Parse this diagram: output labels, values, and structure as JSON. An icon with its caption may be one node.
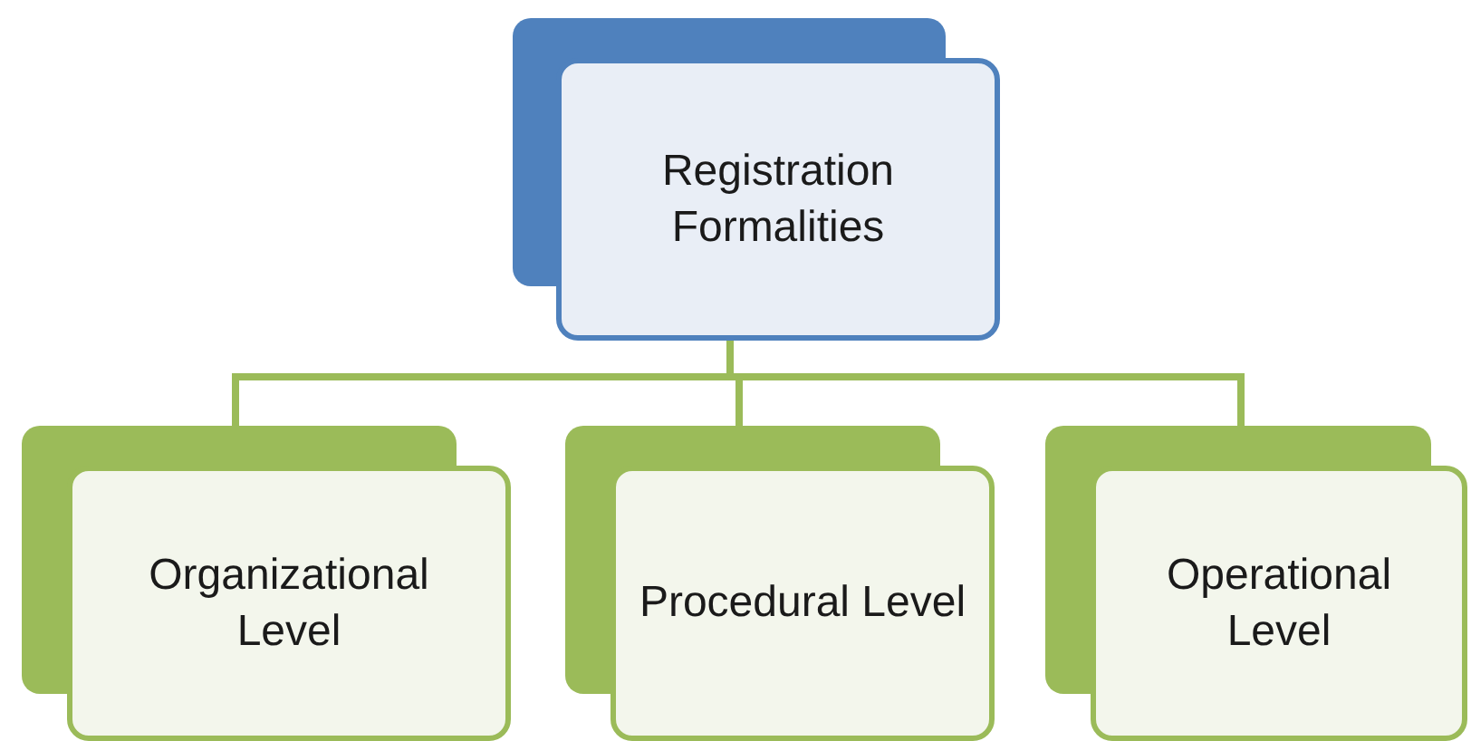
{
  "diagram": {
    "nodes": [
      {
        "text": [
          "Registration Formalities"
        ]
      },
      {
        "text": [
          "Organizational Level"
        ]
      },
      {
        "text": [
          "Procedural Level"
        ]
      },
      {
        "text": [
          "Operational Level"
        ]
      }
    ],
    "edges": [
      {
        "from": 0,
        "to": 1,
        "arrow": "none"
      },
      {
        "from": 0,
        "to": 2,
        "arrow": "none"
      },
      {
        "from": 0,
        "to": 3,
        "arrow": "none"
      }
    ]
  }
}
